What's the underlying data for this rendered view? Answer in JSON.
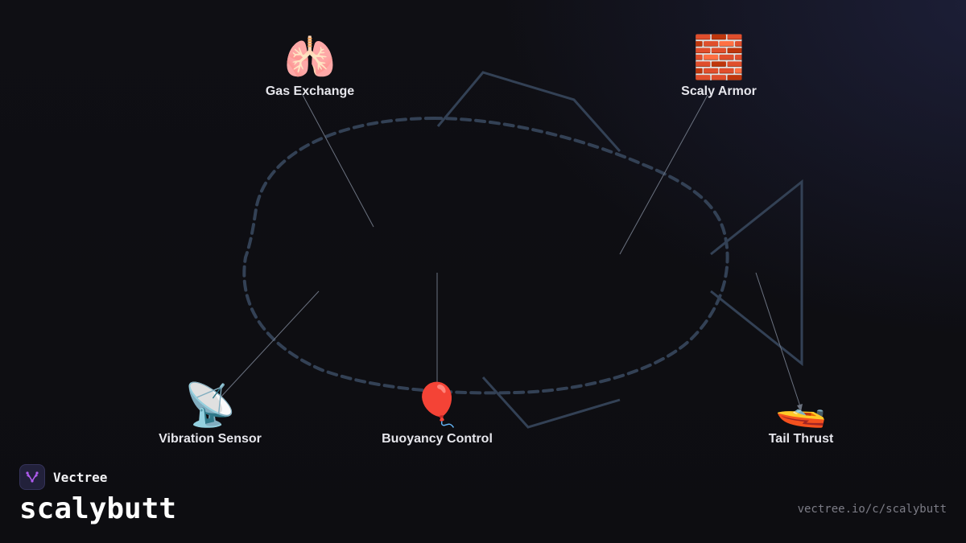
{
  "brand": {
    "name": "Vectree",
    "logo_icon": "tree-branch-icon",
    "accent_color": "#b05cf0"
  },
  "title": "scalybutt",
  "url": "vectree.io/c/scalybutt",
  "colors": {
    "outline": "#334155",
    "leader": "#6b7280",
    "label": "#e6e6ec"
  },
  "nodes": [
    {
      "id": "gas-exchange",
      "label": "Gas Exchange",
      "icon": "lungs-icon",
      "emoji": "🫁"
    },
    {
      "id": "scaly-armor",
      "label": "Scaly Armor",
      "icon": "brick-icon",
      "emoji": "🧱"
    },
    {
      "id": "vibration-sensor",
      "label": "Vibration Sensor",
      "icon": "satellite-dish-icon",
      "emoji": "📡"
    },
    {
      "id": "buoyancy-control",
      "label": "Buoyancy Control",
      "icon": "balloon-icon",
      "emoji": "🎈"
    },
    {
      "id": "tail-thrust",
      "label": "Tail Thrust",
      "icon": "speedboat-icon",
      "emoji": "🚤"
    }
  ]
}
